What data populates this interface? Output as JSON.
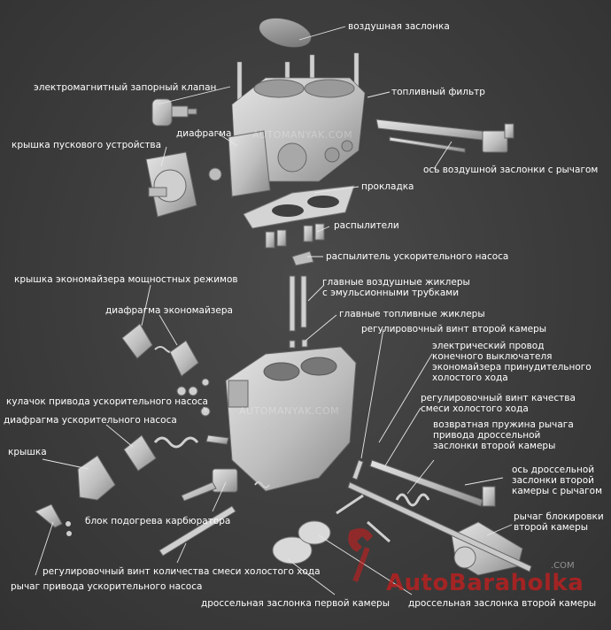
{
  "labels": {
    "air_damper": "воздушная заслонка",
    "solenoid_valve": "электромагнитный запорный клапан",
    "fuel_filter": "топливный фильтр",
    "diaphragm": "диафрагма",
    "starter_cover": "крышка пускового устройства",
    "air_damper_axis": "ось воздушной заслонки с рычагом",
    "gasket": "прокладка",
    "atomizers": "распылители",
    "accel_pump_atomizer": "распылитель ускорительного насоса",
    "main_air_jets": "главные воздушные жиклеры\nс эмульсионными трубками",
    "economizer_cover": "крышка экономайзера мощностных режимов",
    "main_fuel_jets": "главные топливные жиклеры",
    "economizer_diaphragm": "диафрагма экономайзера",
    "second_chamber_screw": "регулировочный винт второй камеры",
    "electric_wire": "электрический провод\nконечного выключателя\nэкономайзера принудительного\nхолостого хода",
    "accel_pump_cam": "кулачок привода ускорительного насоса",
    "idle_quality_screw": "регулировочный винт качества\nсмеси холостого хода",
    "accel_pump_diaphragm": "диафрагма ускорительного насоса",
    "return_spring": "возвратная пружина рычага\nпривода дроссельной\nзаслонки второй камеры",
    "lid": "крышка",
    "throttle_axis_second": "ось дроссельной\nзаслонки второй\nкамеры с рычагом",
    "heating_block": "блок подогрева карбюратора",
    "second_chamber_lock_lever": "рычаг блокировки\nвторой камеры",
    "idle_quantity_screw": "регулировочный винт количества смеси холостого хода",
    "accel_pump_lever": "рычаг привода ускорительного насоса",
    "throttle_first": "дроссельная заслонка первой камеры",
    "throttle_second": "дроссельная заслонка второй камеры"
  },
  "watermark": {
    "top": "AUTOMANYAK.COM",
    "middle": "AUTOMANYAK.COM",
    "logo_main": "AutoBaraholka",
    "logo_domain": ".COM"
  },
  "colors": {
    "background": "#3d3d3d",
    "part": "#c9c9c9",
    "part_shadow": "#8e8e8e",
    "leader": "#e6e6e6",
    "logo": "#c81e1e"
  }
}
